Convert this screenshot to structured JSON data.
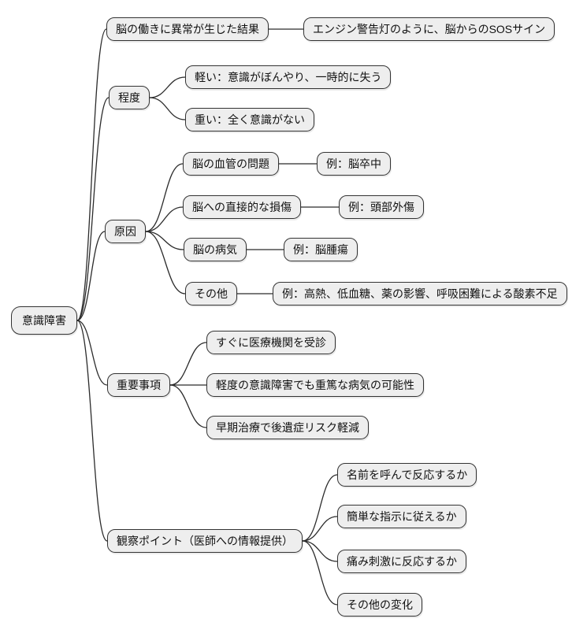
{
  "diagram": {
    "type": "mindmap",
    "background": "#ffffff",
    "node_fill": "#eeeeee",
    "node_border": "#333333",
    "line_color": "#2b2b2b",
    "text_color": "#111111"
  },
  "nodes": {
    "root": {
      "label": "意識障害"
    },
    "result": {
      "label": "脳の働きに異常が生じた結果"
    },
    "result_note": {
      "label": "エンジン警告灯のように、脳からのSOSサイン"
    },
    "degree": {
      "label": "程度"
    },
    "degree_mild": {
      "label": "軽い：意識がぼんやり、一時的に失う"
    },
    "degree_severe": {
      "label": "重い：全く意識がない"
    },
    "cause": {
      "label": "原因"
    },
    "cause_vascular": {
      "label": "脳の血管の問題"
    },
    "cause_vascular_ex": {
      "label": "例：脳卒中"
    },
    "cause_injury": {
      "label": "脳への直接的な損傷"
    },
    "cause_injury_ex": {
      "label": "例：頭部外傷"
    },
    "cause_disease": {
      "label": "脳の病気"
    },
    "cause_disease_ex": {
      "label": "例：脳腫瘍"
    },
    "cause_other": {
      "label": "その他"
    },
    "cause_other_ex": {
      "label": "例：高熱、低血糖、薬の影響、呼吸困難による酸素不足"
    },
    "important": {
      "label": "重要事項"
    },
    "important_1": {
      "label": "すぐに医療機関を受診"
    },
    "important_2": {
      "label": "軽度の意識障害でも重篤な病気の可能性"
    },
    "important_3": {
      "label": "早期治療で後遺症リスク軽減"
    },
    "observe": {
      "label": "観察ポイント（医師への情報提供）"
    },
    "observe_1": {
      "label": "名前を呼んで反応するか"
    },
    "observe_2": {
      "label": "簡単な指示に従えるか"
    },
    "observe_3": {
      "label": "痛み刺激に反応するか"
    },
    "observe_4": {
      "label": "その他の変化"
    }
  },
  "edges": [
    {
      "from": "root",
      "to": "result",
      "style": "curve"
    },
    {
      "from": "result",
      "to": "result_note",
      "style": "line"
    },
    {
      "from": "root",
      "to": "degree",
      "style": "curve"
    },
    {
      "from": "degree",
      "to": "degree_mild",
      "style": "curve"
    },
    {
      "from": "degree",
      "to": "degree_severe",
      "style": "curve"
    },
    {
      "from": "root",
      "to": "cause",
      "style": "curve"
    },
    {
      "from": "cause",
      "to": "cause_vascular",
      "style": "curve"
    },
    {
      "from": "cause_vascular",
      "to": "cause_vascular_ex",
      "style": "line"
    },
    {
      "from": "cause",
      "to": "cause_injury",
      "style": "curve"
    },
    {
      "from": "cause_injury",
      "to": "cause_injury_ex",
      "style": "line"
    },
    {
      "from": "cause",
      "to": "cause_disease",
      "style": "curve"
    },
    {
      "from": "cause_disease",
      "to": "cause_disease_ex",
      "style": "line"
    },
    {
      "from": "cause",
      "to": "cause_other",
      "style": "curve"
    },
    {
      "from": "cause_other",
      "to": "cause_other_ex",
      "style": "line"
    },
    {
      "from": "root",
      "to": "important",
      "style": "curve"
    },
    {
      "from": "important",
      "to": "important_1",
      "style": "curve"
    },
    {
      "from": "important",
      "to": "important_2",
      "style": "curve"
    },
    {
      "from": "important",
      "to": "important_3",
      "style": "curve"
    },
    {
      "from": "root",
      "to": "observe",
      "style": "curve"
    },
    {
      "from": "observe",
      "to": "observe_1",
      "style": "curve"
    },
    {
      "from": "observe",
      "to": "observe_2",
      "style": "curve"
    },
    {
      "from": "observe",
      "to": "observe_3",
      "style": "curve"
    },
    {
      "from": "observe",
      "to": "observe_4",
      "style": "curve"
    }
  ]
}
